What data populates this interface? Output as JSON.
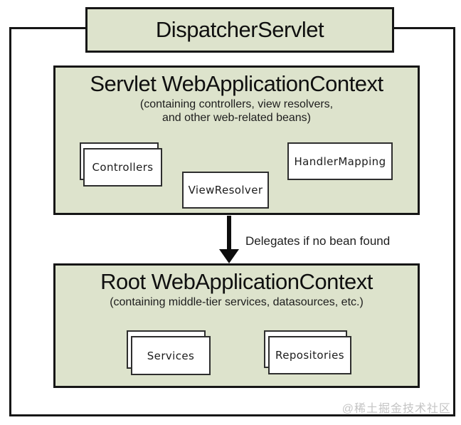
{
  "diagram": {
    "dispatcher": {
      "label": "DispatcherServlet"
    },
    "servlet_context": {
      "title": "Servlet WebApplicationContext",
      "subtitle_line1": "(containing controllers, view resolvers,",
      "subtitle_line2": "and other web-related beans)",
      "beans": {
        "controllers": "Controllers",
        "view_resolver": "ViewResolver",
        "handler_mapping": "HandlerMapping"
      }
    },
    "arrow": {
      "label": "Delegates if no bean found"
    },
    "root_context": {
      "title": "Root WebApplicationContext",
      "subtitle": "(containing middle-tier services, datasources, etc.)",
      "beans": {
        "services": "Services",
        "repositories": "Repositories"
      }
    },
    "watermark": "@稀土掘金技术社区",
    "colors": {
      "context_fill": "#dde3cc",
      "frame_border": "#161616",
      "arrow": "#0d0d0d",
      "watermark_text": "#c4c4c4"
    }
  }
}
